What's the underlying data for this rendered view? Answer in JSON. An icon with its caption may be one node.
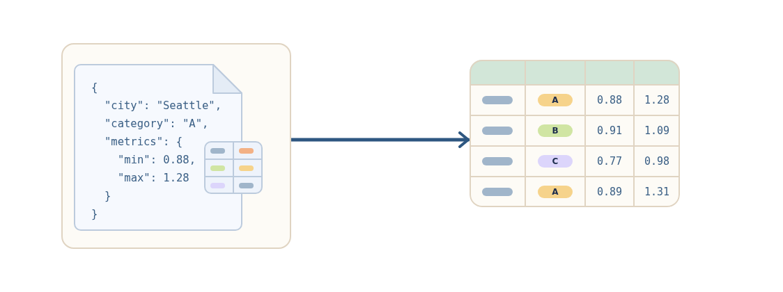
{
  "diagram": {
    "nodes": [
      {
        "text": [],
        "shape": "box"
      },
      {
        "text": [
          "{",
          "\"city\": \"Seattle\",",
          "\"category\": \"A\",",
          "\"metrics\": {",
          "\"min\": 0.88,",
          "\"max\": 1.28",
          "}",
          "}"
        ],
        "in": 0
      },
      {
        "text": [
          "A",
          "0.88",
          "1.28",
          "B",
          "0.91",
          "1.09",
          "C",
          "0.77",
          "0.98",
          "A",
          "0.89",
          "1.31"
        ]
      }
    ],
    "edges": [
      {
        "from": 0,
        "to": 2,
        "arrow": "to"
      }
    ]
  }
}
